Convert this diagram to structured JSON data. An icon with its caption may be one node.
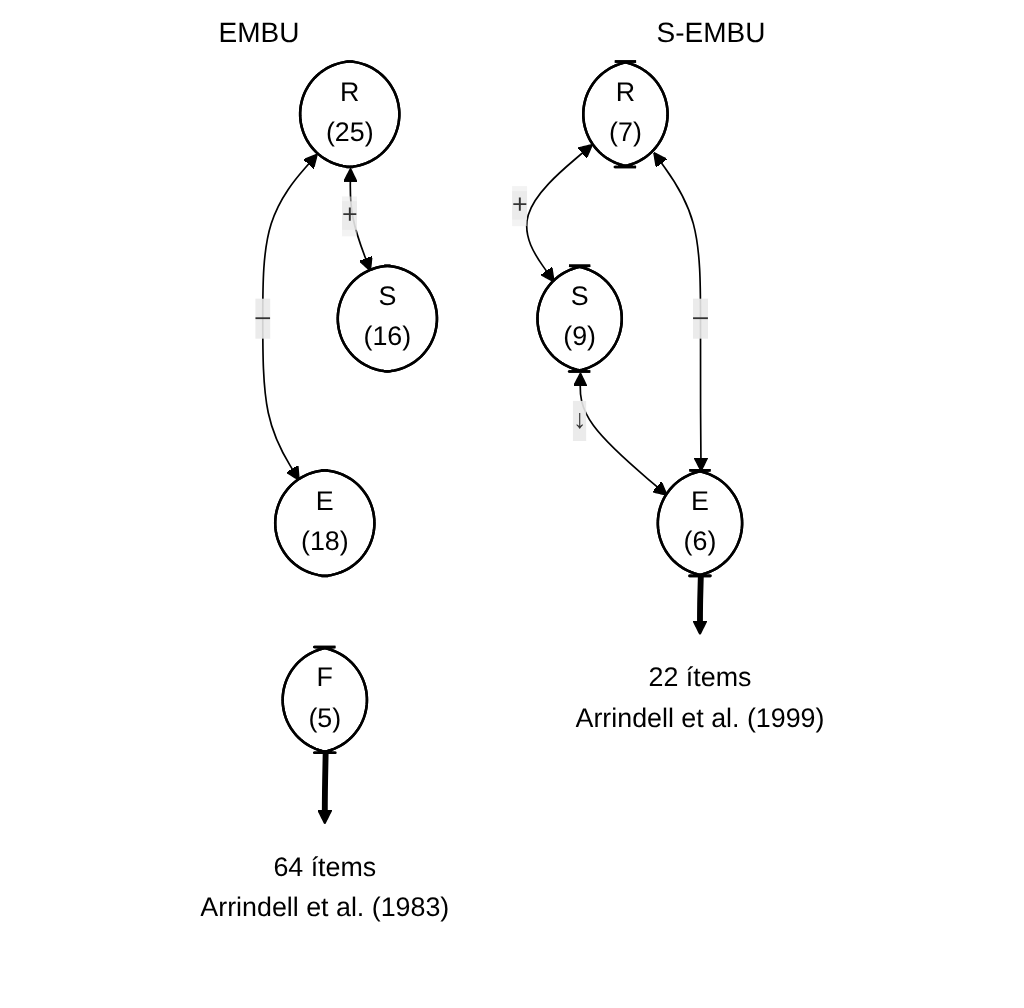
{
  "diagram": {
    "nodes": [
      {
        "text": [
          "R",
          "(25)"
        ]
      },
      {
        "text": [
          "S",
          "(16)"
        ]
      },
      {
        "text": [
          "E",
          "(18)"
        ]
      },
      {
        "text": [
          "F",
          "(5)"
        ]
      },
      {
        "text": [
          "R",
          "(7)"
        ]
      },
      {
        "text": [
          "S",
          "(9)"
        ]
      },
      {
        "text": [
          "E",
          "(6)"
        ]
      },
      {
        "text": [
          "64 ítems",
          "Arrindell et al. (1983)"
        ]
      },
      {
        "text": [
          "22 ítems",
          "Arrindell et al. (1999)"
        ]
      }
    ],
    "edges": [
      {
        "from": 0,
        "to": 1,
        "arrow": "both",
        "label": "+"
      },
      {
        "from": 0,
        "to": 2,
        "arrow": "both",
        "label": "–"
      },
      {
        "from": 4,
        "to": 5,
        "arrow": "both",
        "label": "+"
      },
      {
        "from": 5,
        "to": 6,
        "arrow": "both",
        "label": "↓"
      },
      {
        "from": 4,
        "to": 6,
        "arrow": "both",
        "label": "–"
      },
      {
        "from": 3,
        "to": 7,
        "arrow": "to",
        "style": "thick"
      },
      {
        "from": 6,
        "to": 8,
        "arrow": "to",
        "style": "thick"
      }
    ],
    "labels": [
      "EMBU",
      "S-EMBU"
    ]
  }
}
